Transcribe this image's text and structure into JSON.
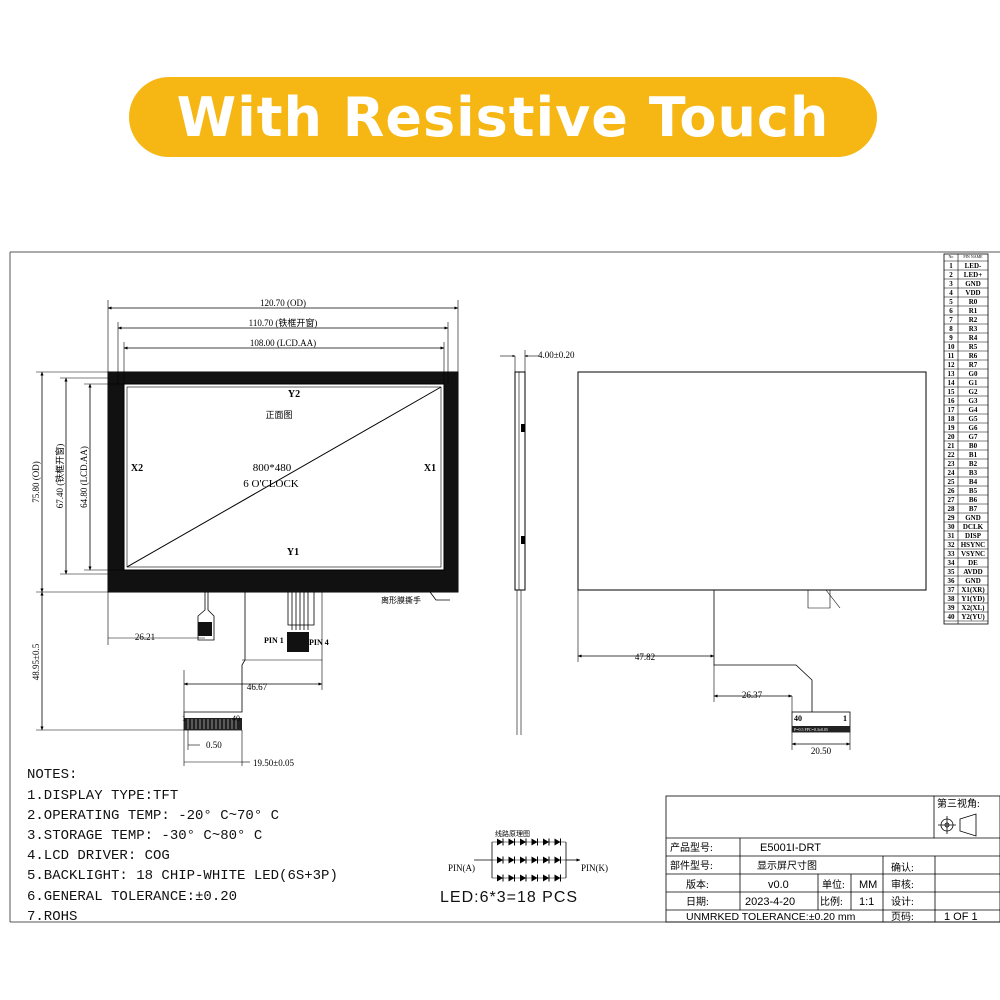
{
  "banner": {
    "title": "With Resistive Touch"
  },
  "front_view": {
    "dim_od_width": "120.70 (OD)",
    "dim_window_width": "110.70 (铁框开窗)",
    "dim_aa_width": "108.00 (LCD.AA)",
    "dim_od_height": "75.80 (OD)",
    "dim_window_height": "67.40 (铁框开窗)",
    "dim_aa_height": "64.80 (LCD.AA)",
    "label_y2": "Y2",
    "label_y1": "Y1",
    "label_x1": "X1",
    "label_x2": "X2",
    "label_front": "正面图",
    "resolution": "800*480",
    "view_dir": "6 O'CLOCK",
    "tear_tab": "离形膜撕手",
    "pin1": "PIN 1",
    "pin4": "PIN 4",
    "dim_2621": "26.21",
    "dim_4895": "48.95±0.5",
    "dim_4667": "46.67",
    "fpc_pin1": "1",
    "fpc_pin40": "40",
    "dim_050": "0.50",
    "dim_1950": "19.50±0.05"
  },
  "side_view": {
    "thickness": "4.00±0.20"
  },
  "back_view": {
    "dim_4782": "47.82",
    "dim_2637": "26.37",
    "dim_2050": "20.50",
    "fpc_pin40": "40",
    "fpc_pin1": "1",
    "fpc_note": "P=0.5 FPC=0.3±0.05"
  },
  "pin_table": {
    "header_no": "No",
    "header_name": "PIN NAME",
    "pins": [
      "LED-",
      "LED+",
      "GND",
      "VDD",
      "R0",
      "R1",
      "R2",
      "R3",
      "R4",
      "R5",
      "R6",
      "R7",
      "G0",
      "G1",
      "G2",
      "G3",
      "G4",
      "G5",
      "G6",
      "G7",
      "B0",
      "B1",
      "B2",
      "B3",
      "B4",
      "B5",
      "B6",
      "B7",
      "GND",
      "DCLK",
      "DISP",
      "HSYNC",
      "VSYNC",
      "DE",
      "AVDD",
      "GND",
      "X1(XR)",
      "Y1(YD)",
      "X2(XL)",
      "Y2(YU)"
    ]
  },
  "notes": {
    "title": "NOTES:",
    "items": [
      "1.DISPLAY TYPE:TFT",
      "2.OPERATING TEMP: -20° C~70° C",
      "3.STORAGE TEMP: -30° C~80° C",
      "4.LCD DRIVER: COG",
      "5.BACKLIGHT: 18 CHIP-WHITE LED(6S+3P)",
      "6.GENERAL TOLERANCE:±0.20",
      "7.ROHS"
    ]
  },
  "led_circuit": {
    "title": "线路原理图",
    "pin_a": "PIN(A)",
    "pin_k": "PIN(K)",
    "summary": "LED:6*3=18 PCS"
  },
  "title_block": {
    "third_angle": "第三视角:",
    "product_label": "产品型号:",
    "product_value": "E5001I-DRT",
    "part_label": "部件型号:",
    "part_value": "显示屏尺寸图",
    "confirm_label": "确认:",
    "version_label": "版本:",
    "version_value": "v0.0",
    "unit_label": "单位:",
    "unit_value": "MM",
    "review_label": "审核:",
    "date_label": "日期:",
    "date_value": "2023-4-20",
    "scale_label": "比例:",
    "scale_value": "1:1",
    "design_label": "设计:",
    "tolerance": "UNMRKED TOLERANCE:±0.20 mm",
    "page_label": "页码:",
    "page_value": "1 OF 1"
  }
}
